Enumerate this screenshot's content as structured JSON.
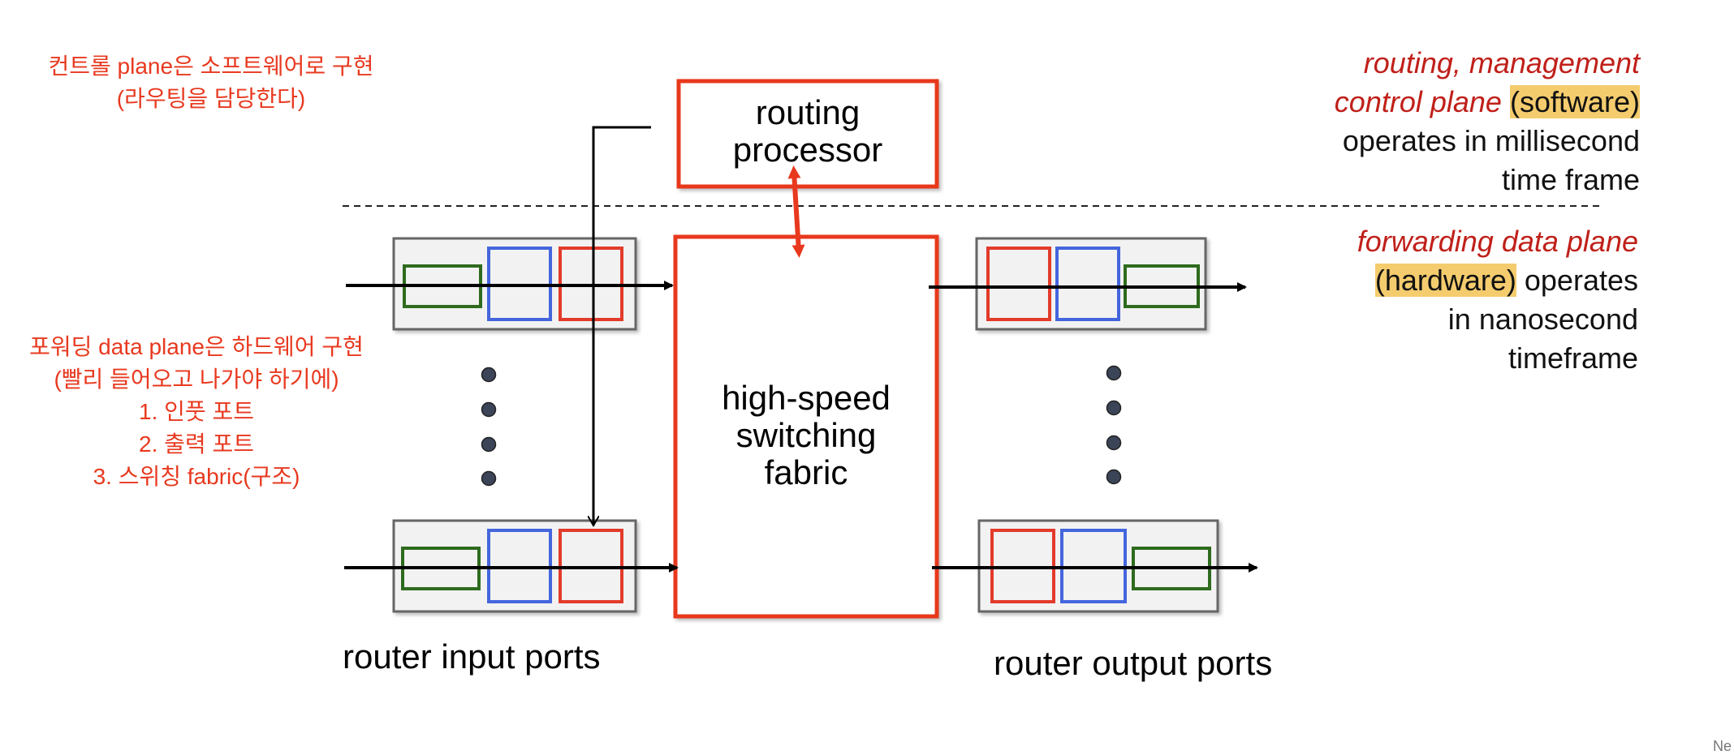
{
  "annotations": {
    "control_note": [
      "컨트롤 plane은 소프트웨어로 구현",
      "(라우팅을 담당한다)"
    ],
    "data_note": [
      "포워딩 data plane은 하드웨어 구현",
      "(빨리 들어오고 나가야 하기에)",
      "1. 인풋 포트",
      "2. 출력 포트",
      "3. 스위칭 fabric(구조)"
    ]
  },
  "control_plane": {
    "line1": "routing, management",
    "line2_italic": "control plane",
    "line2_highlight": "(software",
    "line2_paren": ")",
    "line3": "operates in millisecond",
    "line4": "time frame"
  },
  "data_plane": {
    "line1": "forwarding data plane",
    "line2_highlight": "(hardware)",
    "line2_rest": " operates",
    "line3": "in nanosecond",
    "line4": "timeframe"
  },
  "boxes": {
    "routing_processor": [
      "routing",
      "processor"
    ],
    "switching_fabric": [
      "high-speed",
      "switching",
      "fabric"
    ]
  },
  "captions": {
    "input_ports": "router input ports",
    "output_ports": "router output ports"
  },
  "corner_text": "Ne",
  "colors": {
    "accent_red": "#e8391f",
    "title_red": "#c0201a",
    "highlight": "#f4cc6e",
    "queue_green": "#2e6b1e",
    "queue_blue": "#4466dd",
    "queue_red": "#e33b2b"
  }
}
